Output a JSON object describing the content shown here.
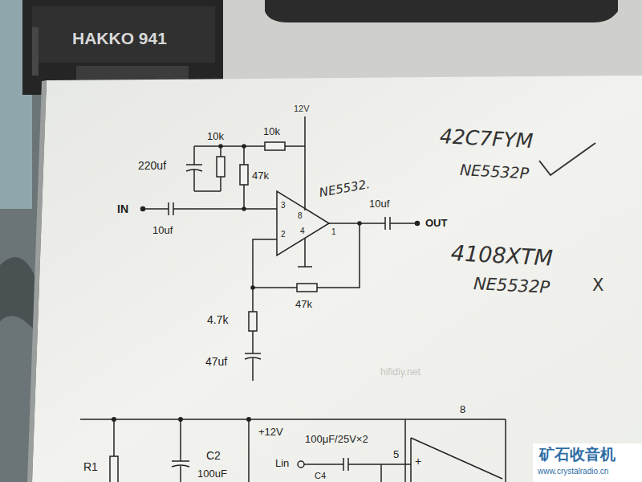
{
  "diagram": {
    "labels": [
      "HAKKO 941",
      "12V",
      "10k",
      "10k",
      "220uf",
      "47k",
      "IN",
      "10uf",
      "3",
      "8",
      "2",
      "4",
      "1",
      "NE5532.",
      "10uf",
      "OUT",
      "47k",
      "4.7k",
      "47uf",
      "hifidiy.net",
      "42C7FYM",
      "NE5532P",
      "4108XTM",
      "NE5532P",
      "X",
      "8",
      "+12V",
      "100μF/25V×2",
      "Lin",
      "5",
      "+",
      "R1",
      "C2",
      "100uF",
      "C4",
      "矿石收音机",
      "www.crystalradio.cn"
    ]
  }
}
